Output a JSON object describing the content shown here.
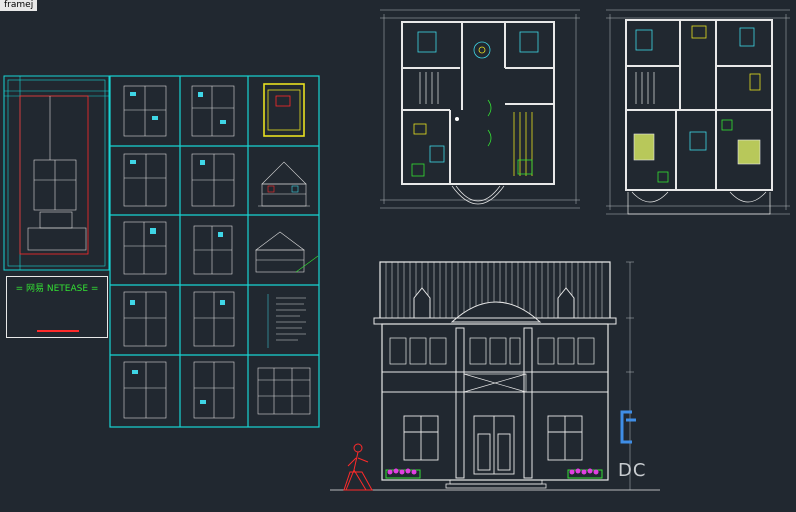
{
  "window": {
    "tab_label": "framej"
  },
  "info_panel": {
    "title": "= 网易  NETEASE =",
    "subtitle": "",
    "body_text": ""
  },
  "watermark": {
    "text": "DC"
  },
  "colors": {
    "background": "#212830",
    "grid_frame": "#18d4d4",
    "drawing_line": "#e6e6e6",
    "wall_cyan": "#3fd6e6",
    "accent_red": "#ff2a2a",
    "accent_yellow": "#e8e020",
    "accent_green": "#33e033",
    "accent_magenta": "#e040e0"
  },
  "icons": [
    "title-block-frame",
    "floor-plan-thumbnail",
    "elevation-thumbnail",
    "scale-figure-icon"
  ]
}
